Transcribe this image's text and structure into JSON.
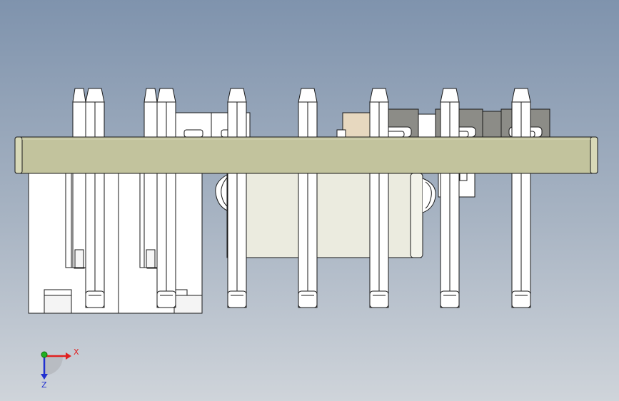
{
  "viewport": {
    "background_top": "#7f93ad",
    "background_bottom": "#cfd4da"
  },
  "model": {
    "plate_color": "#c2c39d",
    "part_fill": "#ffffff",
    "edge_color": "#1a1a1a",
    "dark_block_color": "#8c8c87",
    "tan_block_color": "#e7d8bf",
    "cream_block_color": "#ebebdf",
    "pin_count": 9
  },
  "triad": {
    "x_label": "X",
    "z_label": "Z",
    "x_color": "#e02020",
    "y_color": "#20b020",
    "z_color": "#2030d0"
  }
}
